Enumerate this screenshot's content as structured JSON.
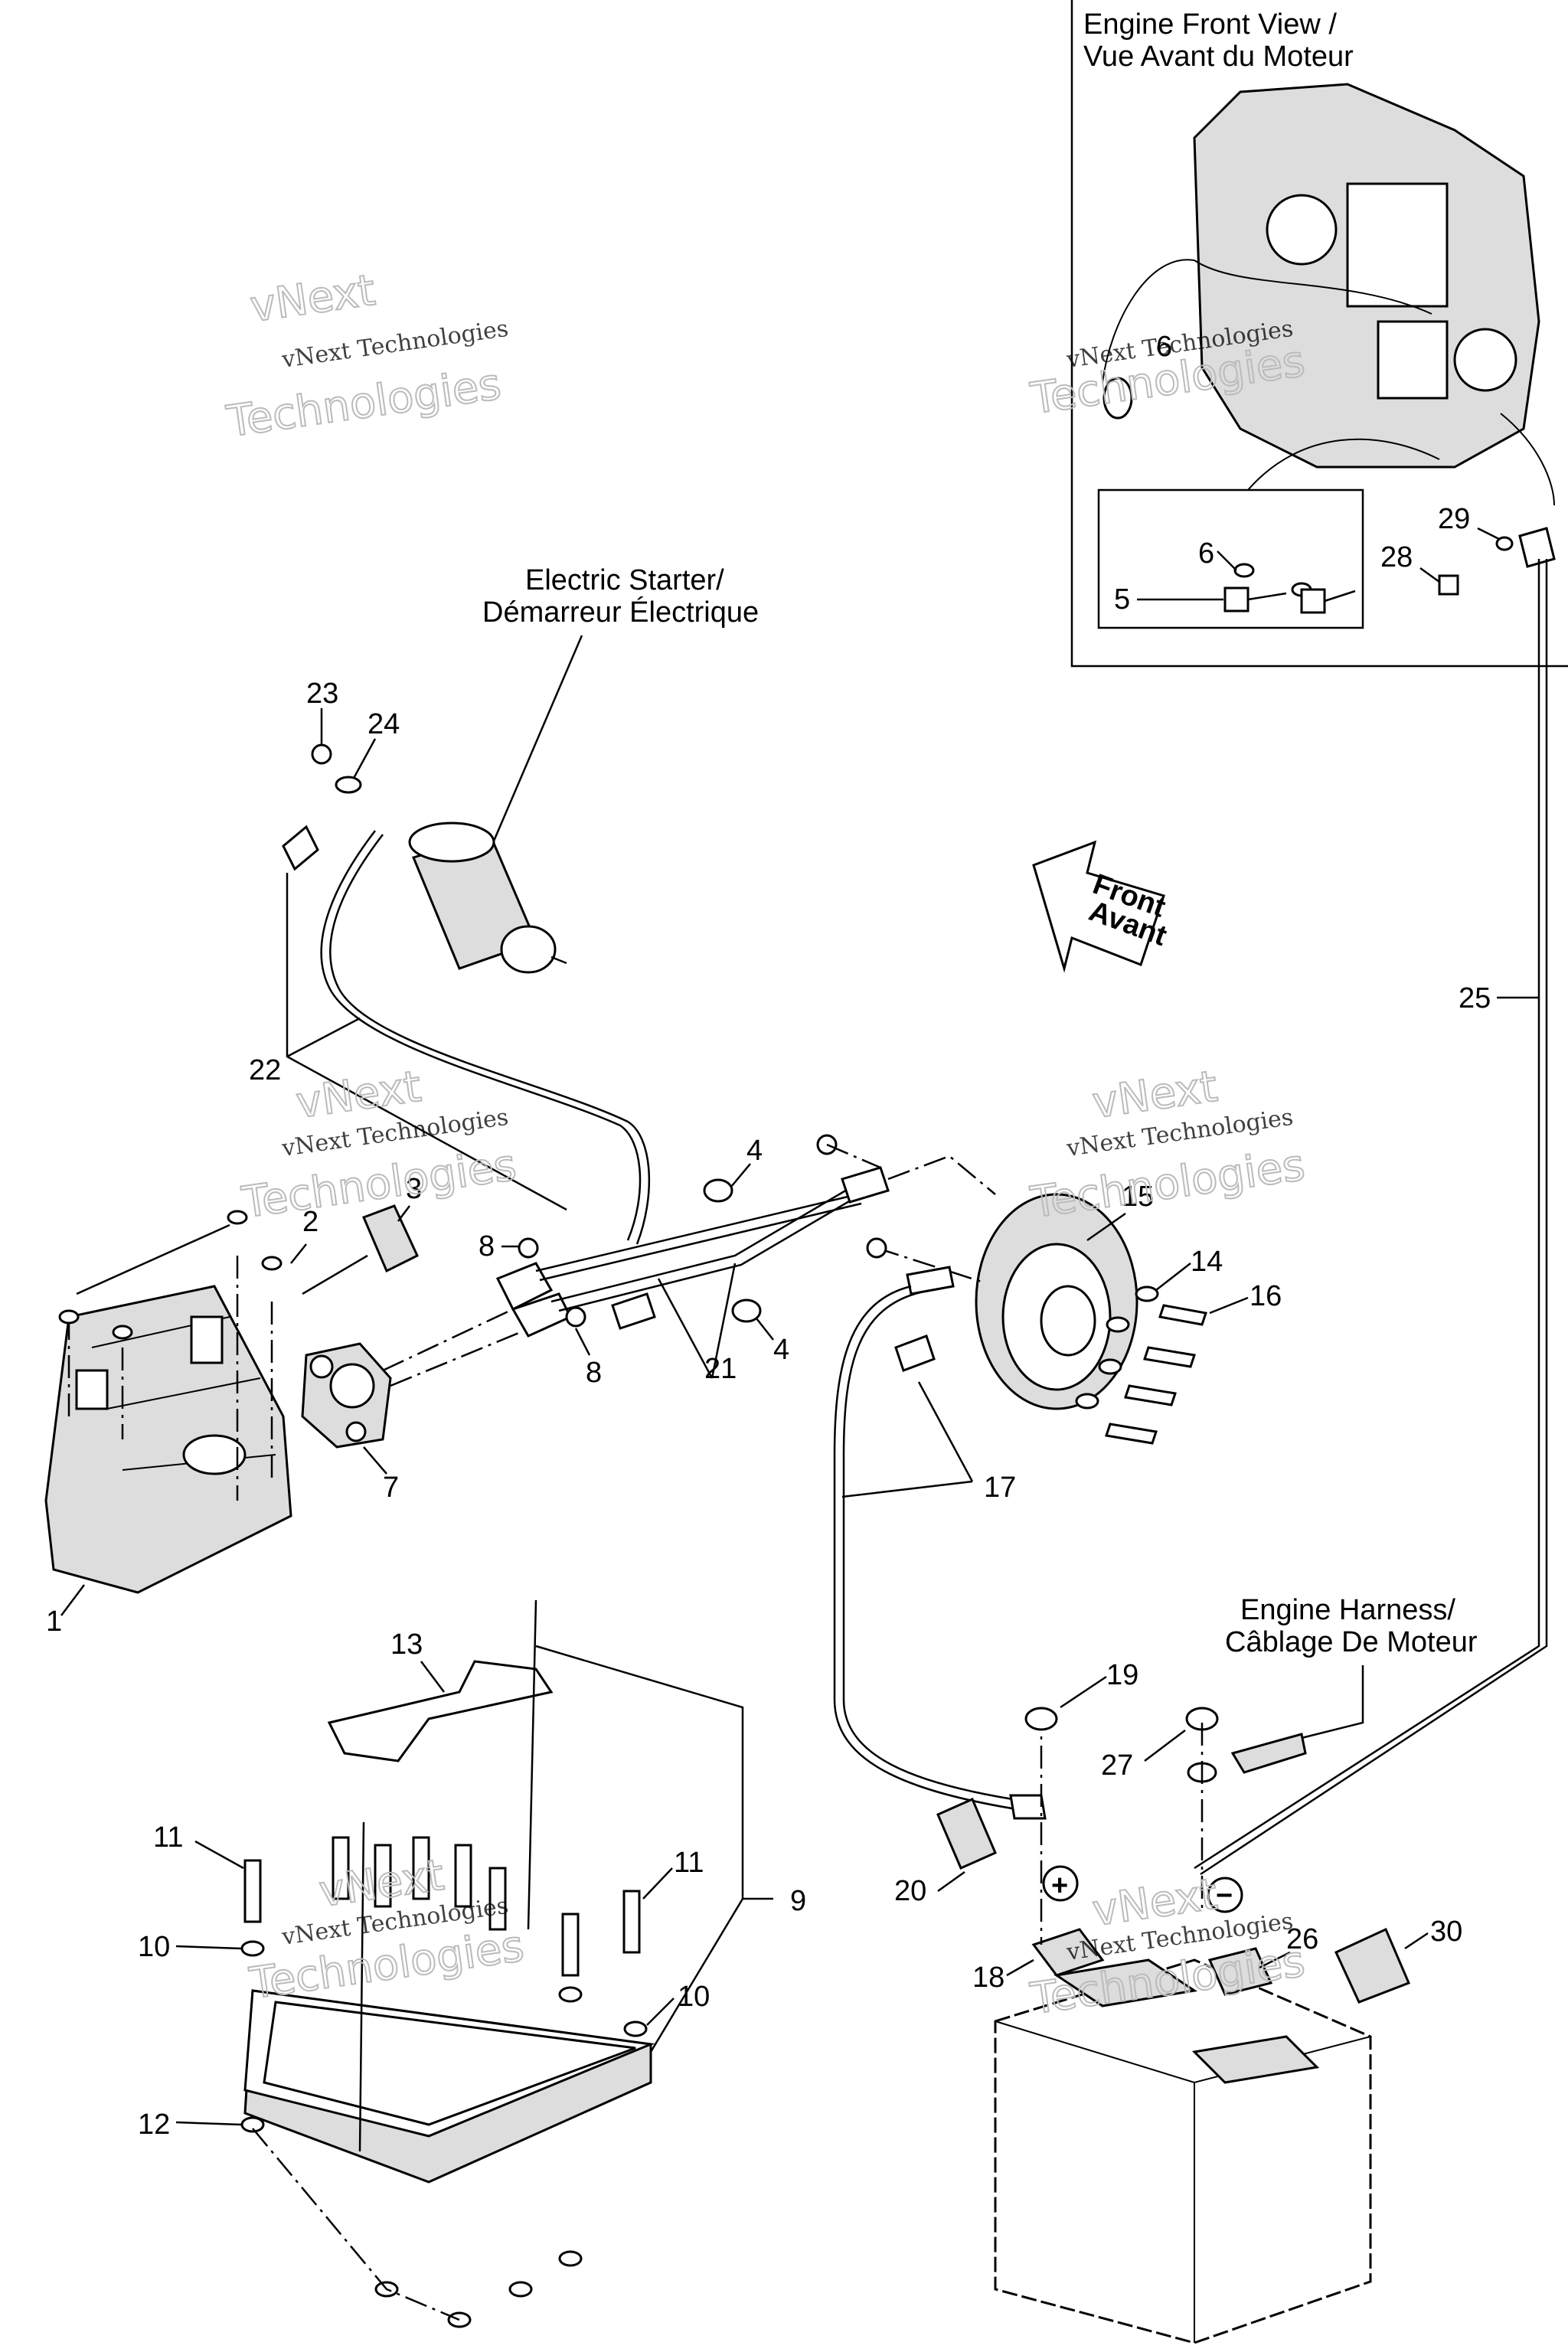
{
  "engine_view": {
    "title_line1": "Engine Front View /",
    "title_line2": "Vue Avant du Moteur"
  },
  "starter": {
    "title_line1": "Electric Starter/",
    "title_line2": "Démarreur Électrique"
  },
  "harness": {
    "title_line1": "Engine Harness/",
    "title_line2": "Câblage De Moteur"
  },
  "front_arrow": {
    "line1": "Front",
    "line2": "Avant"
  },
  "battery_signs": {
    "plus": "+",
    "minus": "−"
  },
  "watermark": {
    "small": "vNext Technologies",
    "line1": "vNext",
    "line2": "Technologies"
  },
  "callouts": {
    "c1": "1",
    "c2": "2",
    "c3": "3",
    "c4a": "4",
    "c4b": "4",
    "c5": "5",
    "c6a": "6",
    "c6b": "6",
    "c7": "7",
    "c8a": "8",
    "c8b": "8",
    "c9": "9",
    "c10a": "10",
    "c10b": "10",
    "c11a": "11",
    "c11b": "11",
    "c12": "12",
    "c13": "13",
    "c14": "14",
    "c15": "15",
    "c16": "16",
    "c17": "17",
    "c18": "18",
    "c19": "19",
    "c20": "20",
    "c21": "21",
    "c22": "22",
    "c23": "23",
    "c24": "24",
    "c25": "25",
    "c26": "26",
    "c27": "27",
    "c28": "28",
    "c29": "29",
    "c30": "30"
  }
}
